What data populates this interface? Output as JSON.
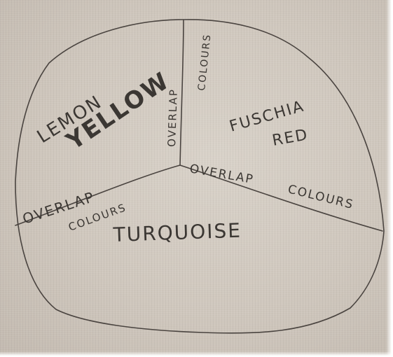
{
  "labels": {
    "lemon": "LEMON",
    "yellow": "YELLOW",
    "fuschia": "FUSCHIA",
    "red": "RED",
    "turquoise": "TURQUOISE",
    "overlap_top_1": "OVERLAP",
    "overlap_top_2": "COLOURS",
    "overlap_right_1": "OVERLAP",
    "overlap_right_2": "COLOURS",
    "overlap_left_1": "OVERLAP",
    "overlap_left_2": "COLOURS"
  },
  "colors": {
    "paper": "#cfc7bd",
    "pencil": "#4a4440"
  }
}
